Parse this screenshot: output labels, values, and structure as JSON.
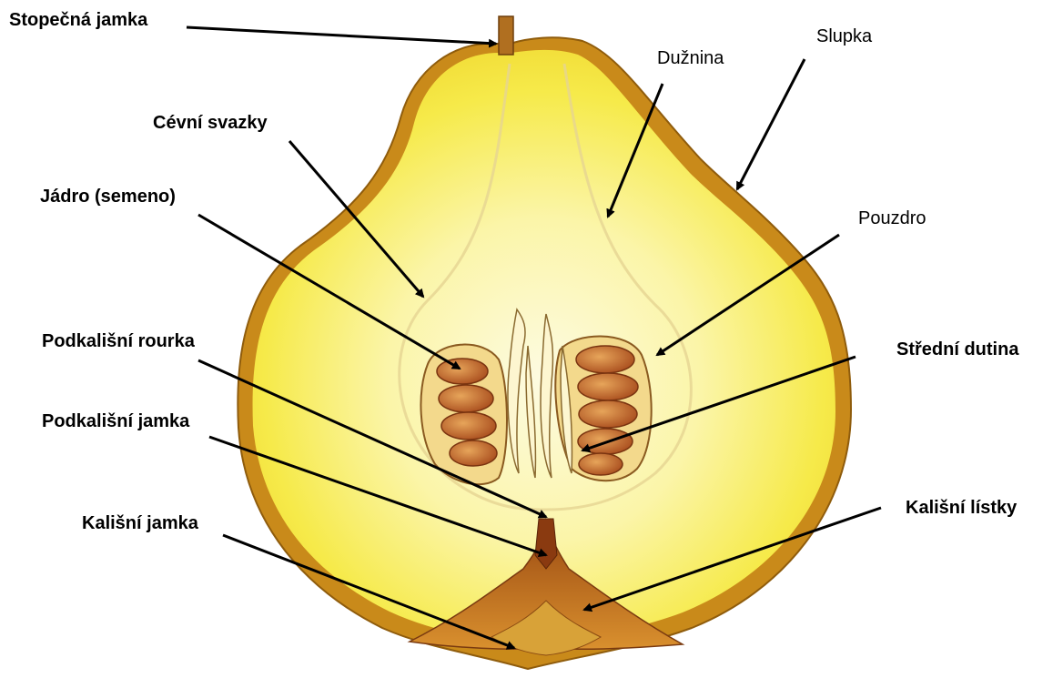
{
  "labels": {
    "stopecna_jamka": "Stopečná jamka",
    "duznina": "Dužnina",
    "slupka": "Slupka",
    "cevni_svazky": "Cévní svazky",
    "jadro": "Jádro (semeno)",
    "pouzdro": "Pouzdro",
    "podkalisni_rourka": "Podkališní rourka",
    "stredni_dutina": "Střední dutina",
    "podkalisni_jamka": "Podkališní jamka",
    "kalisni_listky": "Kališní lístky",
    "kalisni_jamka": "Kališní jamka"
  },
  "colors": {
    "skin": "#c98a1a",
    "skin_light": "#e2b23a",
    "flesh": "#f7ef5a",
    "flesh_light": "#fbf7b8",
    "core_line": "#d9c27a",
    "seed": "#c46a2a",
    "seed_dark": "#8a3a14",
    "calyx": "#b8661e",
    "arrow": "#000000"
  }
}
